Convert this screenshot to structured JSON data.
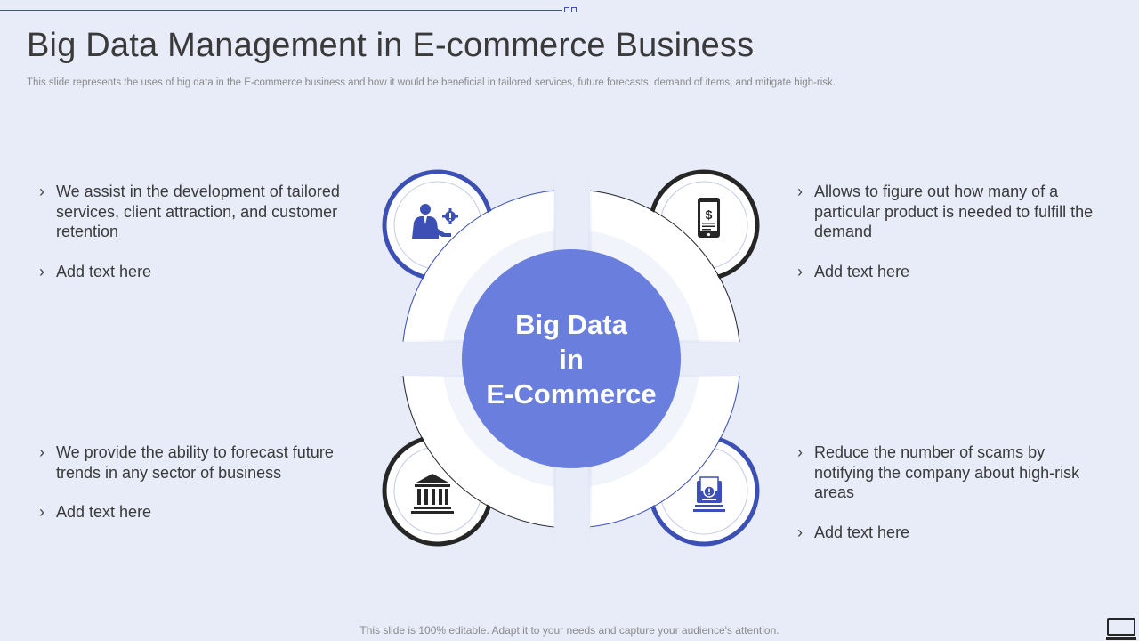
{
  "slide": {
    "title": "Big Data Management in E-commerce Business",
    "subtitle": "This slide represents the uses of big data in the E-commerce business and how it would be beneficial in tailored services, future forecasts, demand of items, and mitigate high-risk.",
    "footer": "This slide is 100% editable. Adapt it to your needs and capture your audience's attention."
  },
  "center": {
    "line1": "Big Data",
    "line2": "in",
    "line3": "E-Commerce"
  },
  "blocks": {
    "top_left": {
      "point1": "We assist in the development of tailored services, client attraction, and customer retention",
      "point2": "Add text here"
    },
    "top_right": {
      "point1": "Allows to figure out how many of a particular product is needed to fulfill the demand",
      "point2": "Add text here"
    },
    "bottom_left": {
      "point1": "We provide the ability to forecast future trends in any sector of business",
      "point2": "Add text here"
    },
    "bottom_right": {
      "point1": "Reduce the number of scams by notifying the company about high-risk areas",
      "point2": "Add text here"
    }
  },
  "icons": {
    "top_left": "businessman-gear-icon",
    "top_right": "mobile-dollar-icon",
    "bottom_left": "bank-building-icon",
    "bottom_right": "alert-document-icon",
    "corner": "monitor-icon"
  },
  "colors": {
    "background": "#e8ecf9",
    "accent_blue": "#3b4fb5",
    "center_fill": "#6a7fdd",
    "ring_dark": "#262626"
  }
}
